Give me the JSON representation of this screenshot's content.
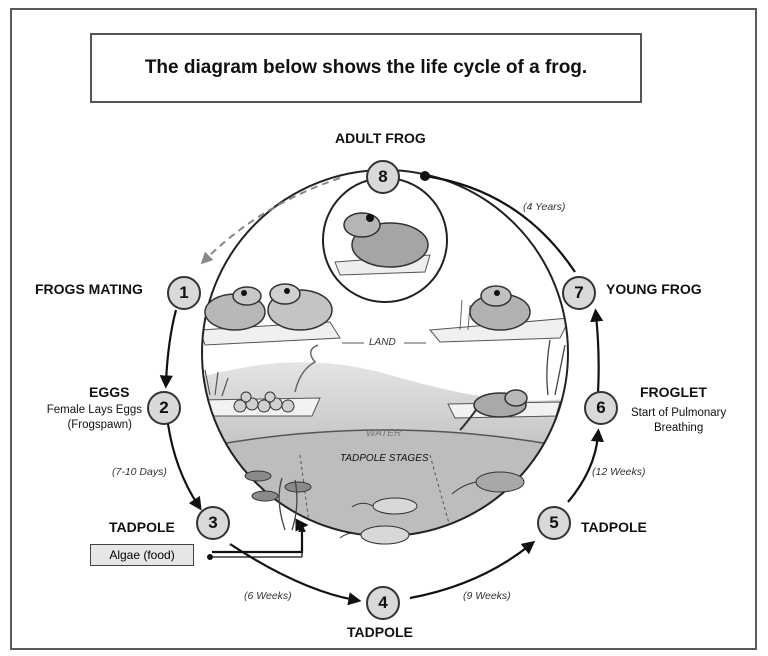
{
  "title": "The diagram below shows the life cycle of a frog.",
  "stages": [
    {
      "number": "1",
      "label": "FROGS MATING"
    },
    {
      "number": "2",
      "label": "EGGS",
      "desc_line1": "Female Lays Eggs",
      "desc_line2": "(Frogspawn)"
    },
    {
      "number": "3",
      "label": "TADPOLE"
    },
    {
      "number": "4",
      "label": "TADPOLE"
    },
    {
      "number": "5",
      "label": "TADPOLE"
    },
    {
      "number": "6",
      "label": "FROGLET",
      "desc_line1": "Start of Pulmonary",
      "desc_line2": "Breathing"
    },
    {
      "number": "7",
      "label": "YOUNG FROG"
    },
    {
      "number": "8",
      "label": "ADULT FROG"
    }
  ],
  "durations": {
    "eggs_to_tadpole": "(7-10 Days)",
    "t3_to_t4": "(6 Weeks)",
    "t4_to_t5": "(9 Weeks)",
    "t5_to_froglet": "(12 Weeks)",
    "young_to_adult": "(4 Years)"
  },
  "zones": {
    "land": "LAND",
    "water": "WATER",
    "tadpole_stages": "TADPOLE STAGES"
  },
  "algae_label": "Algae (food)"
}
